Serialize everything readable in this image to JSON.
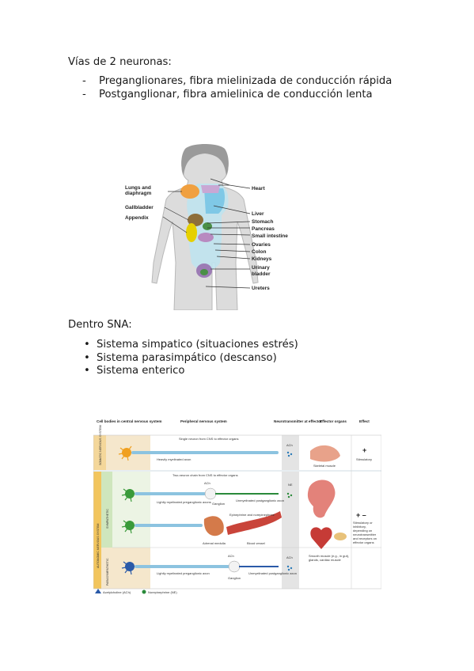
{
  "section1": {
    "heading": "Vías de 2 neuronas:",
    "items": [
      "Preganglionares, fibra mielinizada de conducción rápida",
      "Postganglionar, fibra amielinica de conducción lenta"
    ]
  },
  "body_figure": {
    "labels_left": [
      "Lungs and",
      "diaphragm",
      "Gallbladder",
      "Appendix"
    ],
    "labels_right": [
      "Heart",
      "Liver",
      "Stomach",
      "Pancreas",
      "Small intestine",
      "Ovaries",
      "Colon",
      "Kidneys",
      "Urinary",
      "bladder",
      "Ureters"
    ]
  },
  "section2": {
    "heading": "Dentro SNA:",
    "items": [
      "Sistema simpatico (situaciones estrés)",
      "Sistema parasimpático (descanso)",
      "Sistema enterico"
    ]
  },
  "ns_figure": {
    "headers": [
      "Cell bodies in central nervous system",
      "Peripheral nervous system",
      "Neurotransmitter at effector",
      "Effector organs",
      "Effect"
    ],
    "rows": {
      "somatic": {
        "side": "SOMATIC NERVOUS SYSTEM",
        "caption": "Single neuron from CNS to effector organs",
        "axon": "Heavily myelinated axon",
        "nt": "ACh",
        "organ": "Skeletal muscle",
        "effect_symbol": "+",
        "effect": "Stimulatory"
      },
      "autonomic": "AUTONOMIC NERVOUS SYSTEM",
      "sympathetic": {
        "side": "SYMPATHETIC",
        "caption": "Two-neuron chain from CNS to effector organs",
        "pre": "Lightly myelinated preganglionic axons",
        "post": "Unmyelinated postganglionic axon",
        "ganglion": "Ganglion",
        "ach": "ACh",
        "nt": "NE",
        "adrenal": "Adrenal medulla",
        "blood": "Blood vessel",
        "epi": "Epinephrine and norepinephrine"
      },
      "parasympathetic": {
        "side": "PARASYMPATHETIC",
        "pre": "Lightly myelinated preganglionic axon",
        "post": "Unmyelinated postganglionic axon",
        "ganglion": "Ganglion",
        "ach": "ACh",
        "nt": "ACh",
        "organs": "Smooth muscle (e.g., in gut), glands, cardiac muscle"
      },
      "auto_effect_symbol": "+ –",
      "auto_effect": "Stimulatory or inhibitory, depending on neurotransmitter and receptors on effector organs"
    },
    "legend": [
      "Acetylcholine (ACh)",
      "Norepinephrine (NE)"
    ]
  }
}
